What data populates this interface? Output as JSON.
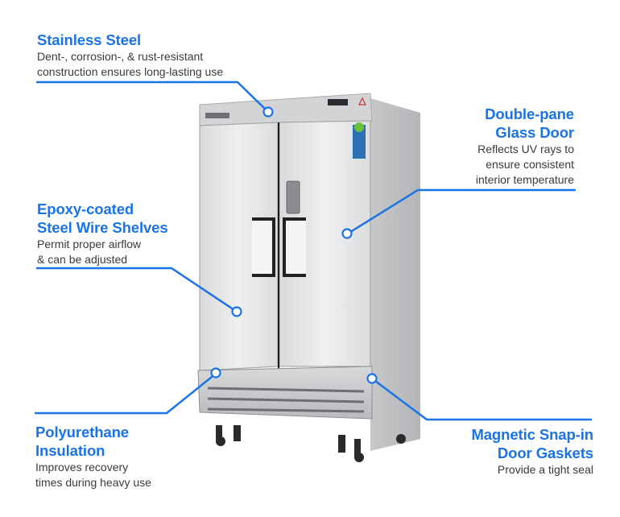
{
  "accent_color": "#1a73e8",
  "product": "two-door stainless steel reach-in refrigerator with refrigerated chef base drawer unit",
  "callouts": [
    {
      "id": "stainless-steel",
      "title_lines": [
        "Stainless Steel"
      ],
      "desc_lines": [
        "Dent-, corrosion-, & rust-resistant",
        "construction ensures long-lasting use"
      ]
    },
    {
      "id": "double-pane-glass-door",
      "title_lines": [
        "Double-pane",
        "Glass Door"
      ],
      "desc_lines": [
        "Reflects UV rays to",
        "ensure consistent",
        "interior temperature"
      ]
    },
    {
      "id": "epoxy-coated-shelves",
      "title_lines": [
        "Epoxy-coated",
        "Steel Wire Shelves"
      ],
      "desc_lines": [
        "Permit proper airflow",
        "& can be adjusted"
      ]
    },
    {
      "id": "polyurethane-insulation",
      "title_lines": [
        "Polyurethane",
        "Insulation"
      ],
      "desc_lines": [
        "Improves recovery",
        "times during heavy use"
      ]
    },
    {
      "id": "magnetic-gaskets",
      "title_lines": [
        "Magnetic Snap-in",
        "Door Gaskets"
      ],
      "desc_lines": [
        "Provide a tight seal"
      ]
    }
  ]
}
